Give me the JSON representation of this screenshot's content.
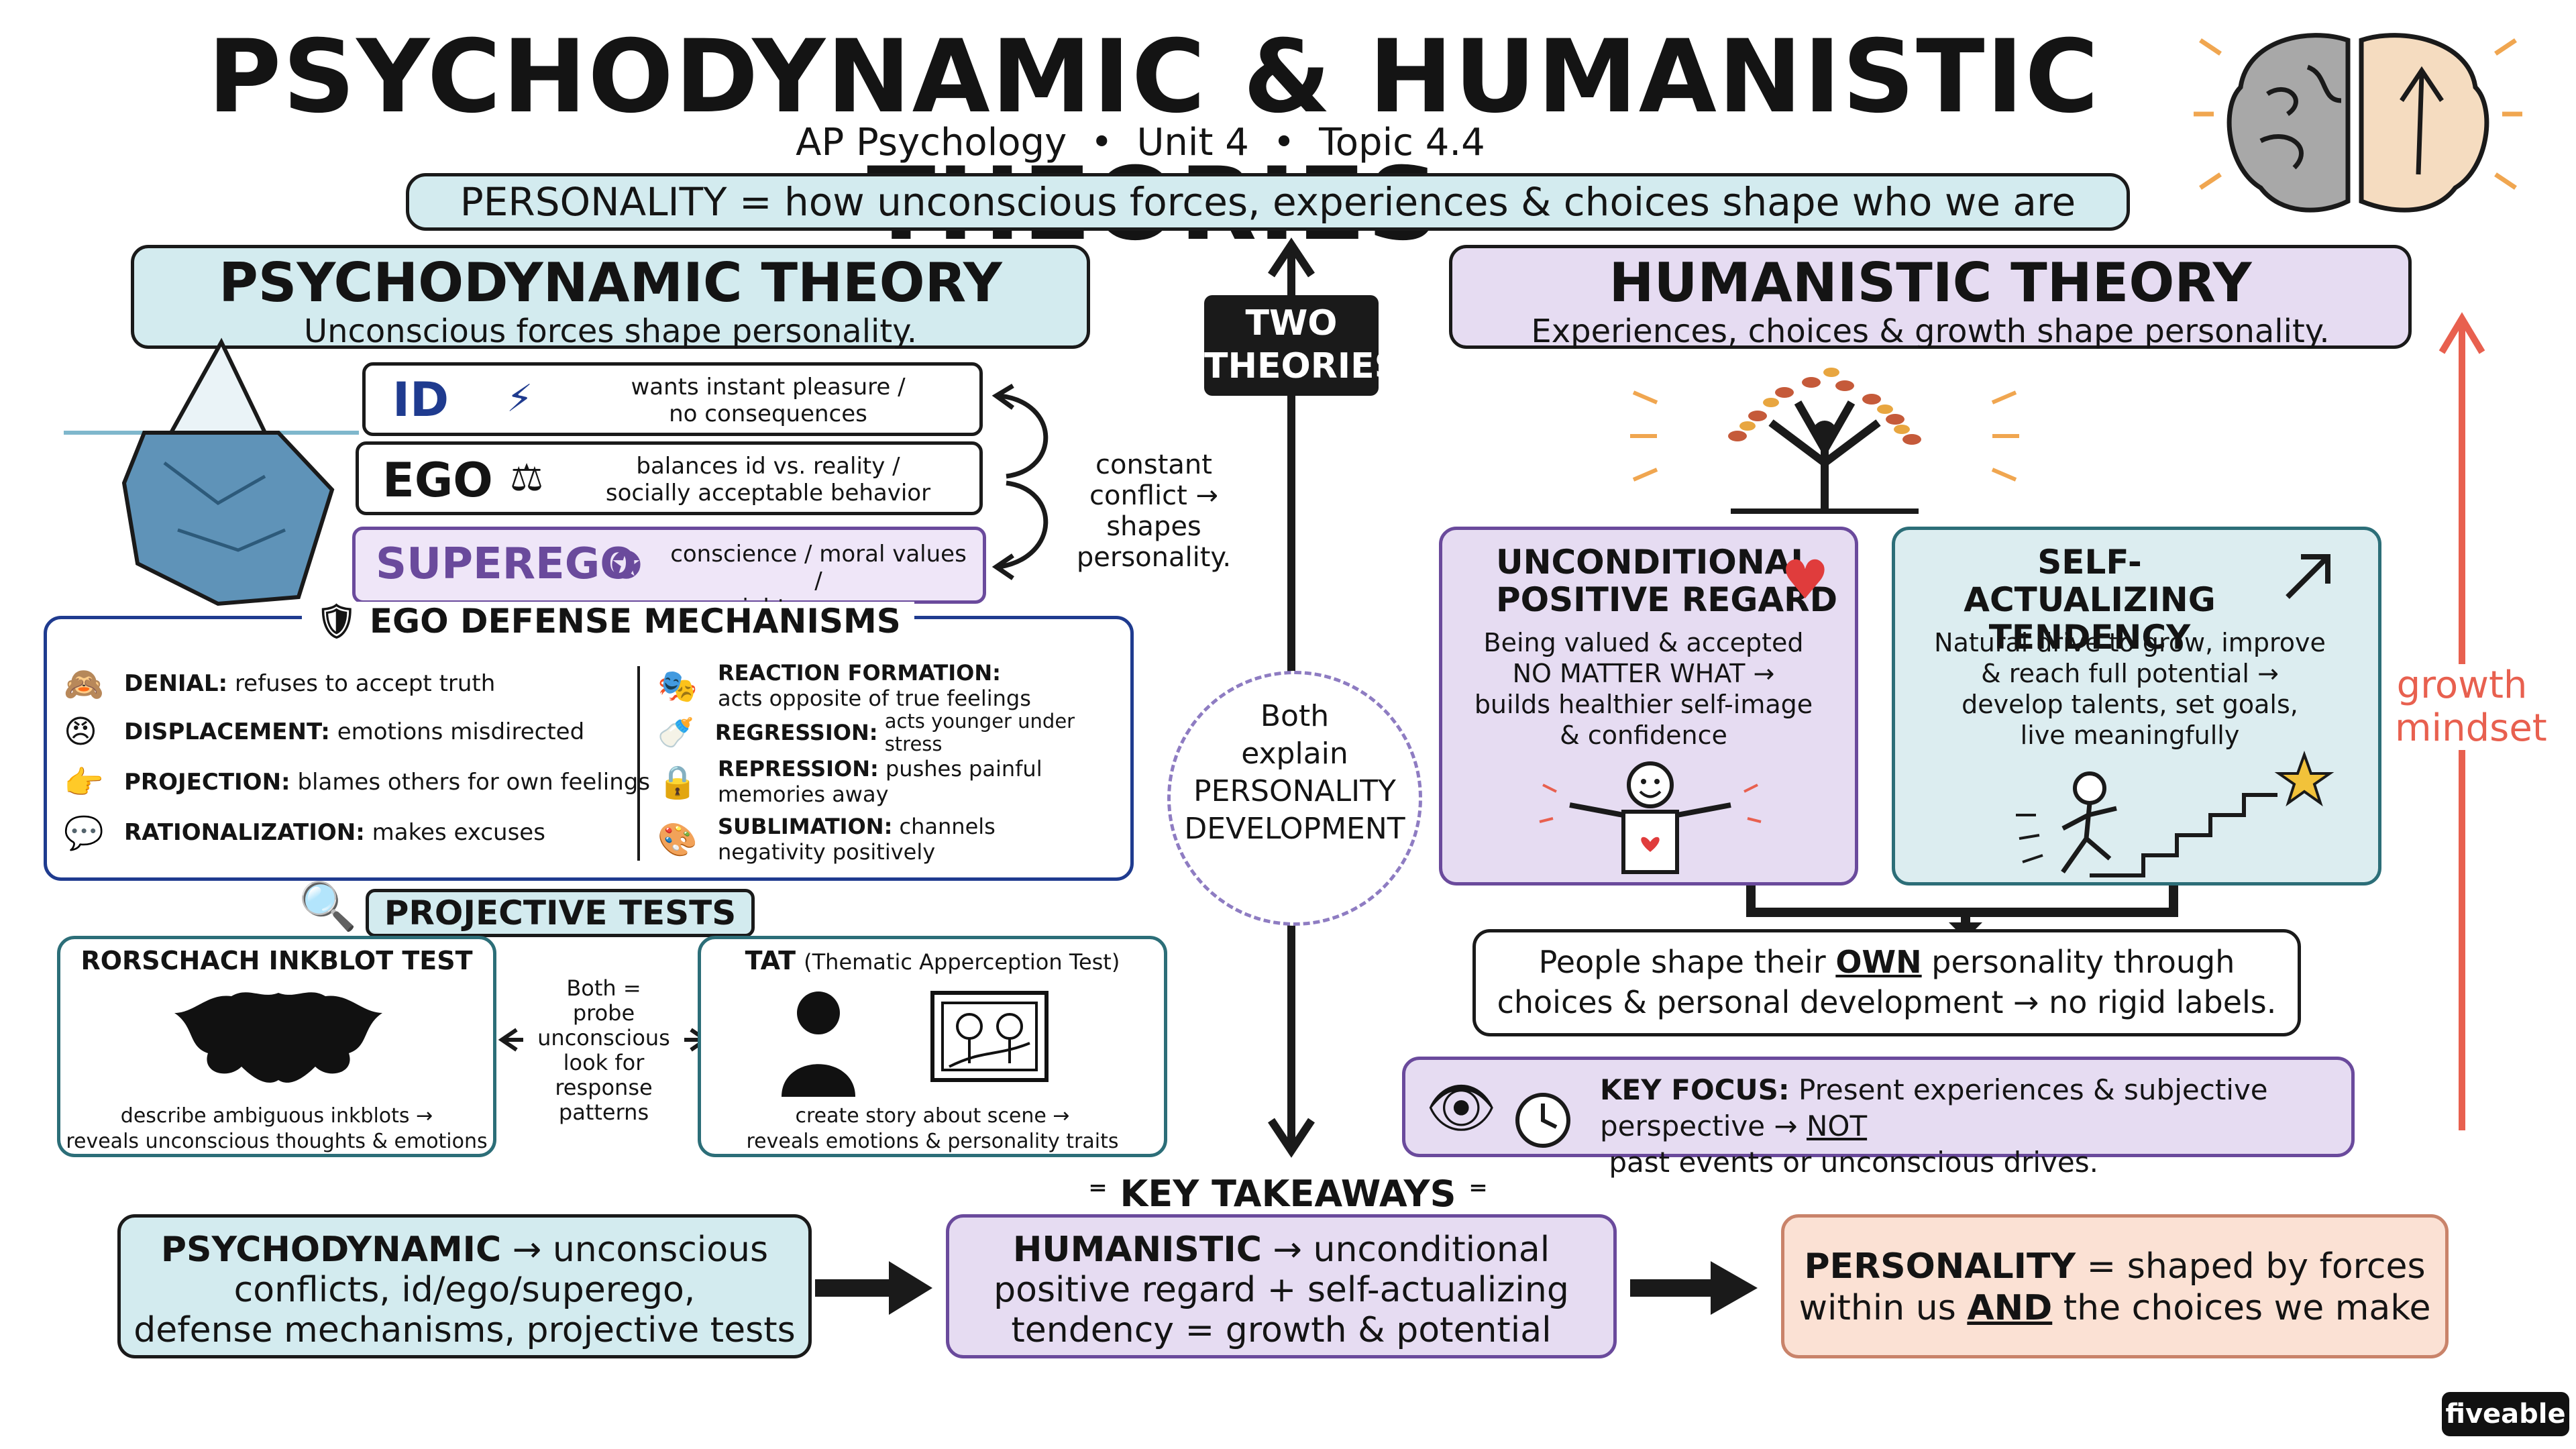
{
  "title": "PSYCHODYNAMIC & HUMANISTIC THEORIES",
  "subtitle": "AP Psychology  •  Unit 4  •  Topic 4.4",
  "definition": "PERSONALITY = how unconscious forces, experiences & choices shape who we are",
  "center": {
    "two_theories": [
      "TWO",
      "THEORIES"
    ],
    "both_explain": [
      "Both",
      "explain",
      "PERSONALITY",
      "DEVELOPMENT"
    ]
  },
  "psychodynamic": {
    "heading": "PSYCHODYNAMIC THEORY",
    "sub": "Unconscious forces shape personality.",
    "structures": [
      {
        "name": "ID",
        "desc": [
          "wants instant pleasure /",
          "no consequences"
        ]
      },
      {
        "name": "EGO",
        "desc": [
          "balances id vs. reality /",
          "socially acceptable behavior"
        ]
      },
      {
        "name": "SUPEREGO",
        "desc": [
          "conscience / moral values /",
          "right vs. wrong"
        ]
      }
    ],
    "conflict_note": [
      "constant",
      "conflict →",
      "shapes",
      "personality."
    ],
    "defense": {
      "heading": "EGO DEFENSE MECHANISMS",
      "left": [
        {
          "term": "DENIAL:",
          "desc": "refuses to accept truth"
        },
        {
          "term": "DISPLACEMENT:",
          "desc": "emotions misdirected"
        },
        {
          "term": "PROJECTION:",
          "desc": "blames others for own feelings"
        },
        {
          "term": "RATIONALIZATION:",
          "desc": "makes excuses"
        }
      ],
      "right": [
        {
          "term": "REACTION FORMATION:",
          "desc": "acts opposite of true feelings"
        },
        {
          "term": "REGRESSION:",
          "desc": "acts younger under stress"
        },
        {
          "term": "REPRESSION:",
          "desc": "pushes painful memories away"
        },
        {
          "term": "SUBLIMATION:",
          "desc": "channels negativity positively"
        }
      ]
    },
    "projective": {
      "heading": "PROJECTIVE TESTS",
      "rorschach_title": "RORSCHACH INKBLOT TEST",
      "rorschach_desc": [
        "describe ambiguous inkblots →",
        "reveals unconscious thoughts & emotions"
      ],
      "both_note": [
        "Both =",
        "probe",
        "unconscious",
        "look for",
        "response",
        "patterns"
      ],
      "tat_title": "TAT",
      "tat_full": "(Thematic Apperception Test)",
      "tat_desc": [
        "create story about scene →",
        "reveals emotions & personality traits"
      ]
    }
  },
  "humanistic": {
    "heading": "HUMANISTIC THEORY",
    "sub": "Experiences, choices & growth shape personality.",
    "upr": {
      "title": [
        "UNCONDITIONAL",
        "POSITIVE REGARD"
      ],
      "desc": [
        "Being valued & accepted",
        "NO MATTER WHAT →",
        "builds healthier self-image",
        "& confidence"
      ]
    },
    "sat": {
      "title": [
        "SELF-ACTUALIZING",
        "TENDENCY"
      ],
      "desc": [
        "Natural drive to grow, improve",
        "& reach full potential →",
        "develop talents, set goals,",
        "live meaningfully"
      ]
    },
    "shape": {
      "pre": "People shape their ",
      "own": "OWN",
      "post": " personality through",
      "line2": "choices & personal development → no rigid labels."
    },
    "key_focus": {
      "label": "KEY FOCUS:",
      "line1": "Present experiences & subjective",
      "pre": "perspective → ",
      "not": "NOT",
      "post": " past events or unconscious drives."
    },
    "growth": [
      "growth",
      "mindset"
    ]
  },
  "takeaways": {
    "heading": "KEY TAKEAWAYS",
    "psy": {
      "term": "PSYCHODYNAMIC",
      "l1": " → unconscious",
      "l2": "conflicts, id/ego/superego,",
      "l3": "defense mechanisms, projective tests"
    },
    "hum": {
      "term": "HUMANISTIC",
      "l1": " → unconditional",
      "l2": "positive regard + self-actualizing",
      "l3": "tendency = growth & potential"
    },
    "per": {
      "term": "PERSONALITY",
      "l1": " = shaped by forces",
      "l2a": "within us ",
      "and": "AND",
      "l2b": " the choices we make"
    }
  },
  "brand": "fiveable",
  "colors": {
    "teal": "#d3ebef",
    "lavender": "#e6dcf2",
    "peach": "#fbe1d4",
    "growth_red": "#e8604f",
    "id_blue": "#1f3b8f",
    "superego_purple": "#6a4a9c"
  }
}
